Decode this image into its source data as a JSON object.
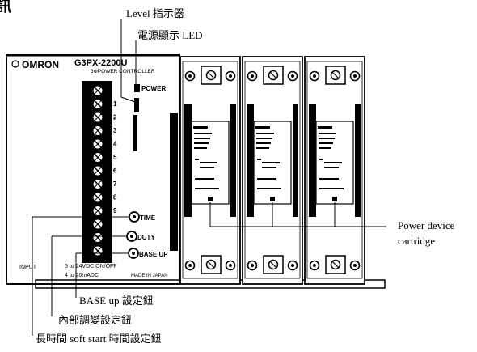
{
  "partial_heading_glyph": "訊",
  "device": {
    "brand": "OMRON",
    "model": "G3PX-2200U",
    "subtitle": "3ΦPOWER CONTROLLER",
    "power_led_label": "POWER",
    "level_numbers": [
      "1",
      "2",
      "3",
      "4",
      "5",
      "6",
      "7",
      "8",
      "9"
    ],
    "trim_labels": {
      "time": "TIME",
      "duty": "DUTY",
      "base_up": "BASE UP"
    },
    "input_label": "INPUT",
    "input_lines": [
      "5 to 24VDC ON/OFF",
      "4 to 20mADC"
    ],
    "made_in": "MADE IN JAPAN",
    "cartridge_count": 3
  },
  "annotations": {
    "level_indicator": "Level 指示器",
    "power_led": "電源顯示 LED",
    "power_device": "Power device",
    "cartridge": "cartridge",
    "base_up": "BASE up 設定鈕",
    "internal_adjust": "內部調變設定鈕",
    "soft_start": "長時間 soft start 時間設定鈕"
  }
}
